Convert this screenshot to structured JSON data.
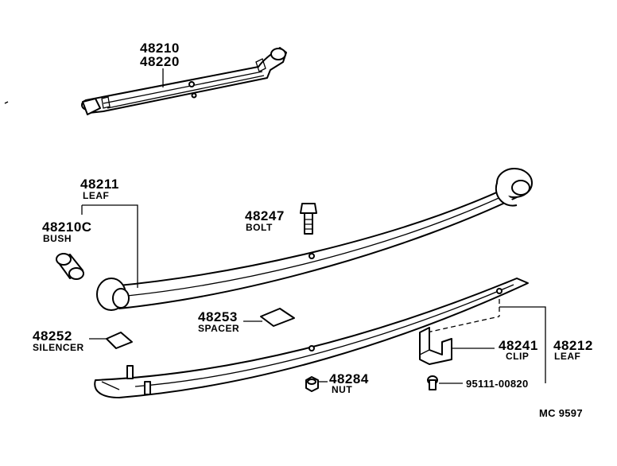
{
  "labels": {
    "top_part_1": "48210",
    "top_part_2": "48220",
    "leaf_main_no": "48211",
    "leaf_main_name": "LEAF",
    "bush_no": "48210C",
    "bush_name": "BUSH",
    "bolt_no": "48247",
    "bolt_name": "BOLT",
    "spacer_no": "48253",
    "spacer_name": "SPACER",
    "silencer_no": "48252",
    "silencer_name": "SILENCER",
    "clip_no": "48241",
    "clip_name": "CLIP",
    "leaf2_no": "48212",
    "leaf2_name": "LEAF",
    "nut_no": "48284",
    "nut_name": "NUT",
    "screw_no": "95111-00820",
    "diagram_code": "MC 9597"
  }
}
